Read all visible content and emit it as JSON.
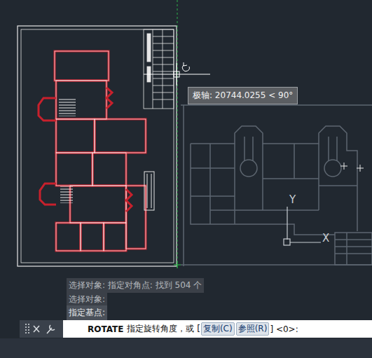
{
  "diagram": {
    "nodes": [
      {
        "text": [
          "极轴: 20744.0255 < 90°"
        ]
      },
      {
        "text": [
          "选择对象: 指定对角点: 找到 504 个"
        ]
      },
      {
        "text": [
          "选择对象:"
        ]
      },
      {
        "text": [
          "指定基点:"
        ]
      },
      {
        "text": [
          "ROTATE",
          "指定旋转角度，或 [",
          "] <0>:"
        ]
      },
      {
        "text": [
          "复制(C)"
        ],
        "in": 4
      },
      {
        "text": [
          "参照(R)"
        ],
        "in": 4
      }
    ],
    "labels": [
      "Y",
      "X"
    ]
  }
}
